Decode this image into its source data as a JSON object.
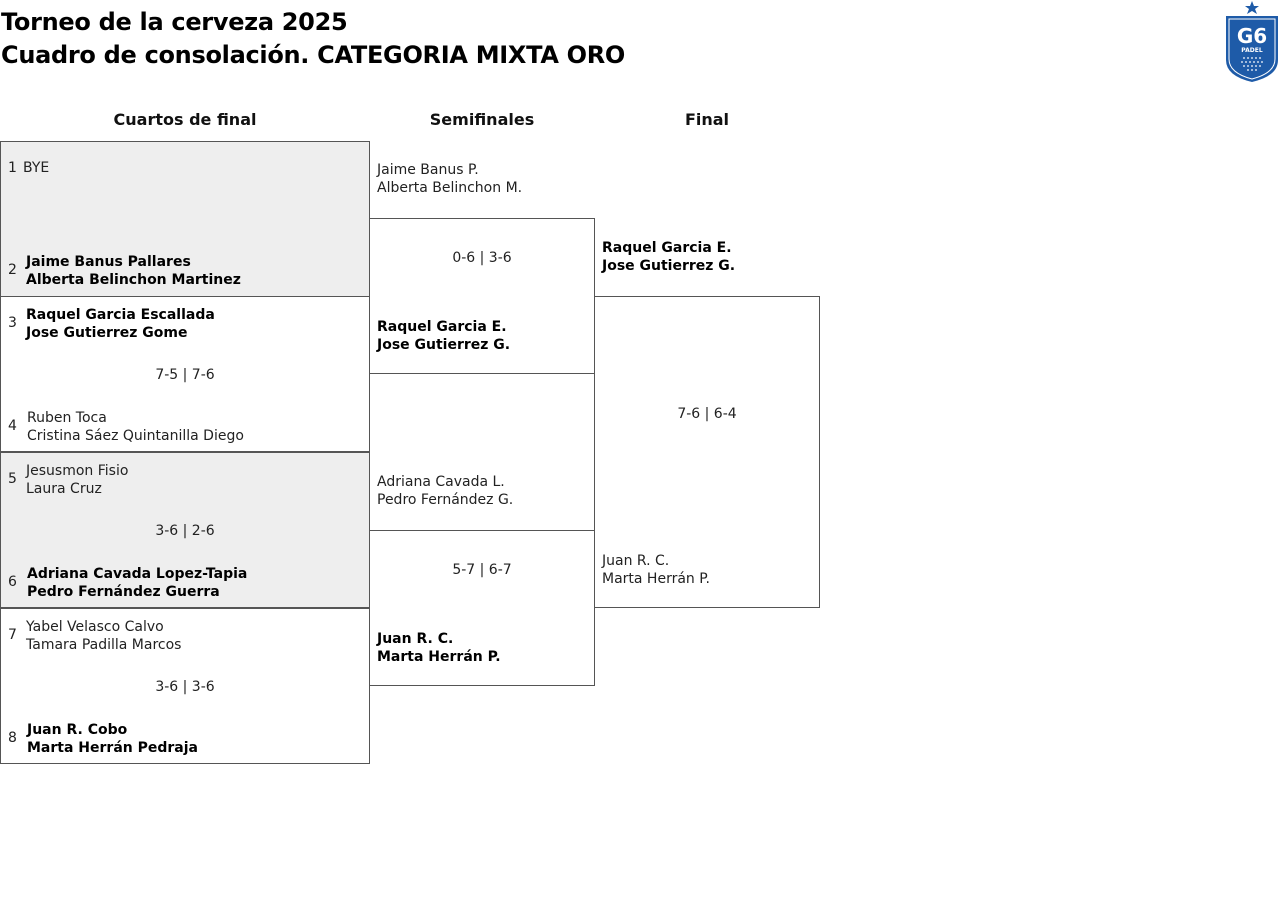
{
  "header": {
    "title": "Torneo de la cerveza 2025",
    "subtitle": "Cuadro de consolación. CATEGORIA MIXTA ORO",
    "logo_text": "G6",
    "logo_subtext": "PADEL"
  },
  "rounds": {
    "quarterfinals": "Cuartos de final",
    "semifinals": "Semifinales",
    "final": "Final"
  },
  "quarterfinals": [
    {
      "score": "",
      "top": {
        "seed": "1",
        "players": [
          "BYE",
          ""
        ]
      },
      "bottom": {
        "seed": "2",
        "players": [
          "Jaime Banus Pallares",
          "Alberta Belinchon Martinez"
        ]
      }
    },
    {
      "score": "7-5 | 7-6",
      "top": {
        "seed": "3",
        "players": [
          "Raquel Garcia Escallada",
          "Jose Gutierrez Gome"
        ]
      },
      "bottom": {
        "seed": "4",
        "players": [
          "Ruben Toca",
          "Cristina Sáez Quintanilla Diego"
        ]
      }
    },
    {
      "score": "3-6 | 2-6",
      "top": {
        "seed": "5",
        "players": [
          "Jesusmon Fisio",
          "Laura Cruz"
        ]
      },
      "bottom": {
        "seed": "6",
        "players": [
          "Adriana Cavada Lopez-Tapia",
          "Pedro Fernández Guerra"
        ]
      }
    },
    {
      "score": "3-6 | 3-6",
      "top": {
        "seed": "7",
        "players": [
          "Yabel Velasco Calvo",
          "Tamara Padilla Marcos"
        ]
      },
      "bottom": {
        "seed": "8",
        "players": [
          "Juan R. Cobo",
          "Marta Herrán Pedraja"
        ]
      }
    }
  ],
  "semifinals": [
    {
      "score": "0-6 | 3-6",
      "top": {
        "players": [
          "Jaime Banus P.",
          "Alberta Belinchon M."
        ]
      },
      "bottom": {
        "players": [
          "Raquel Garcia E.",
          "Jose Gutierrez G."
        ]
      }
    },
    {
      "score": "5-7 | 6-7",
      "top": {
        "players": [
          "Adriana Cavada L.",
          "Pedro Fernández G."
        ]
      },
      "bottom": {
        "players": [
          "Juan R. C.",
          "Marta Herrán P."
        ]
      }
    }
  ],
  "final": {
    "score": "7-6 | 6-4",
    "top": {
      "players": [
        "Raquel Garcia E.",
        "Jose Gutierrez G."
      ]
    },
    "bottom": {
      "players": [
        "Juan R. C.",
        "Marta Herrán P."
      ]
    }
  },
  "colors": {
    "shade": "#eeeeee",
    "border": "#555555",
    "logo_blue": "#1e5ba8"
  }
}
